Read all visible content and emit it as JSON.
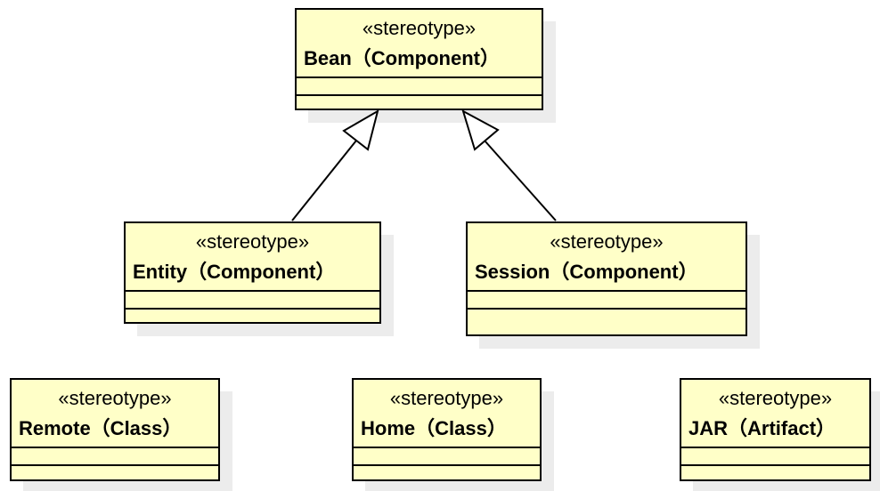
{
  "diagram": {
    "classes": {
      "bean": {
        "stereotype": "«stereotype»",
        "name": "Bean（Component）"
      },
      "entity": {
        "stereotype": "«stereotype»",
        "name": "Entity（Component）"
      },
      "session": {
        "stereotype": "«stereotype»",
        "name": "Session（Component）"
      },
      "remote": {
        "stereotype": "«stereotype»",
        "name": "Remote（Class）"
      },
      "home": {
        "stereotype": "«stereotype»",
        "name": "Home（Class）"
      },
      "jar": {
        "stereotype": "«stereotype»",
        "name": "JAR（Artifact）"
      }
    },
    "relations": [
      {
        "type": "generalization",
        "from": "Entity（Component）",
        "to": "Bean（Component）"
      },
      {
        "type": "generalization",
        "from": "Session（Component）",
        "to": "Bean（Component）"
      }
    ],
    "colors": {
      "class_fill": "#ffffc8",
      "stroke": "#000000",
      "shadow": "#ececec"
    }
  }
}
